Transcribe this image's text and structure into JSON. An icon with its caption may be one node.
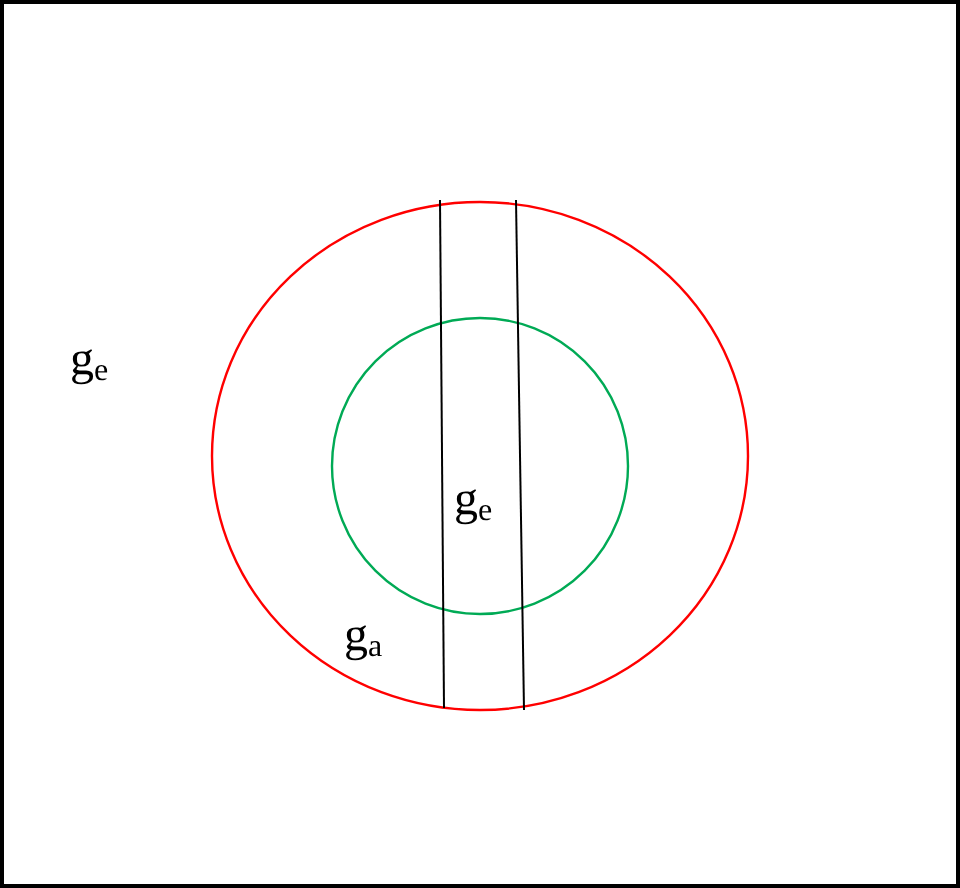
{
  "diagram": {
    "labels": [
      "g$_{e}$",
      "g$_{e}$",
      "g$_{a}$"
    ]
  }
}
